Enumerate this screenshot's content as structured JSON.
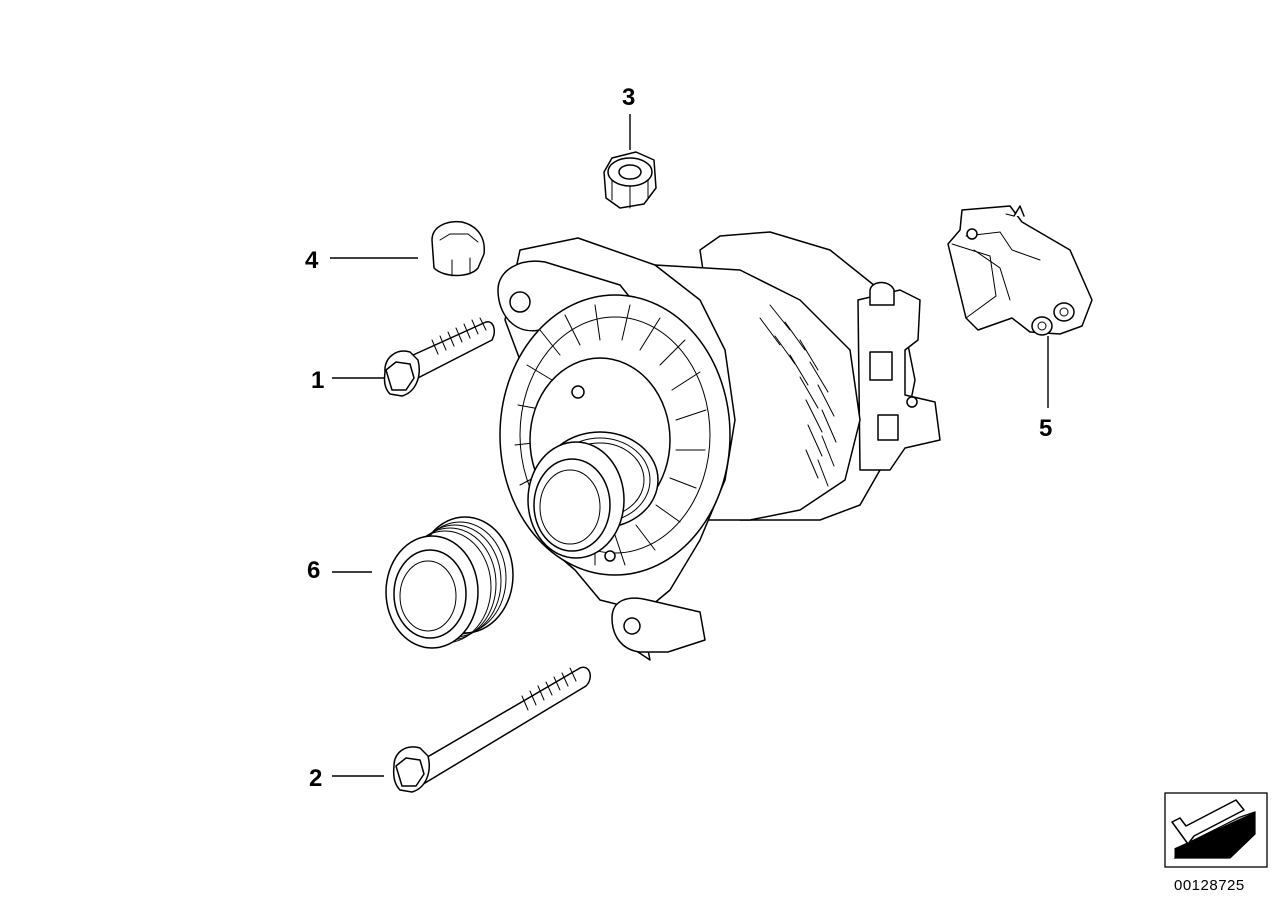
{
  "callouts": [
    {
      "id": "1",
      "label": "1",
      "part": "hex-flange-bolt-short"
    },
    {
      "id": "2",
      "label": "2",
      "part": "hex-flange-bolt-long"
    },
    {
      "id": "3",
      "label": "3",
      "part": "hex-collar-nut"
    },
    {
      "id": "4",
      "label": "4",
      "part": "cap-nut"
    },
    {
      "id": "5",
      "label": "5",
      "part": "voltage-regulator"
    },
    {
      "id": "6",
      "label": "6",
      "part": "belt-pulley"
    }
  ],
  "main_assembly": "alternator",
  "reference_number": "00128725",
  "orientation_icon": "arrow-down-left-icon"
}
